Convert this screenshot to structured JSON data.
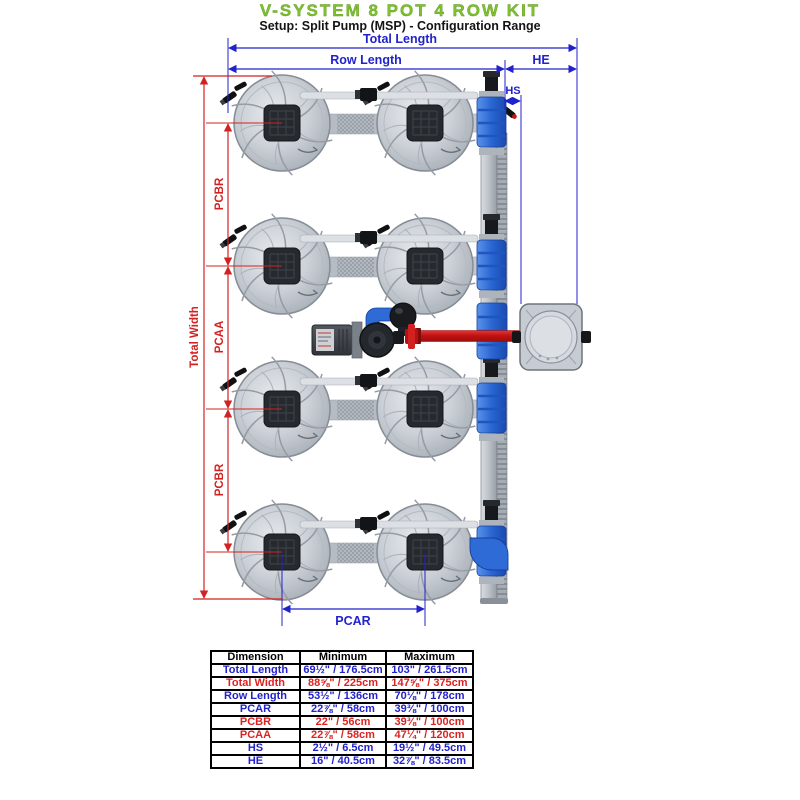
{
  "title": "V-SYSTEM 8 POT 4 ROW KIT",
  "subtitle": "Setup: Split Pump (MSP) - Configuration Range",
  "colors": {
    "title_green": "#7fc131",
    "dimension_blue": "#2222cc",
    "dimension_red": "#d32222",
    "pipe_blue": "#2e6bd6",
    "pump_pipe_red": "#c31212"
  },
  "diagram": {
    "labels": {
      "total_length": "Total Length",
      "row_length": "Row Length",
      "he": "HE",
      "hs": "HS",
      "total_width": "Total Width",
      "pcbr_upper": "PCBR",
      "pcaa": "PCAA",
      "pcbr_lower": "PCBR",
      "pcar": "PCAR"
    },
    "pot_count": 8,
    "row_count": 4
  },
  "table": {
    "headers": [
      "Dimension",
      "Minimum",
      "Maximum"
    ],
    "rows": [
      {
        "dimension": "Total Length",
        "minimum": "69½\" / 176.5cm",
        "maximum": "103\" / 261.5cm",
        "color": "blue"
      },
      {
        "dimension": "Total Width",
        "minimum": "88⅝\" / 225cm",
        "maximum": "147⅝\" / 375cm",
        "color": "red"
      },
      {
        "dimension": "Row Length",
        "minimum": "53½\" / 136cm",
        "maximum": "70⅛\" / 178cm",
        "color": "blue"
      },
      {
        "dimension": "PCAR",
        "minimum": "22⅞\" / 58cm",
        "maximum": "39⅜\" / 100cm",
        "color": "blue"
      },
      {
        "dimension": "PCBR",
        "minimum": "22\" / 56cm",
        "maximum": "39⅜\" / 100cm",
        "color": "red"
      },
      {
        "dimension": "PCAA",
        "minimum": "22⅞\" / 58cm",
        "maximum": "47¼\" / 120cm",
        "color": "red"
      },
      {
        "dimension": "HS",
        "minimum": "2½\" / 6.5cm",
        "maximum": "19½\" / 49.5cm",
        "color": "blue"
      },
      {
        "dimension": "HE",
        "minimum": "16\" / 40.5cm",
        "maximum": "32⅞\" / 83.5cm",
        "color": "blue"
      }
    ]
  }
}
